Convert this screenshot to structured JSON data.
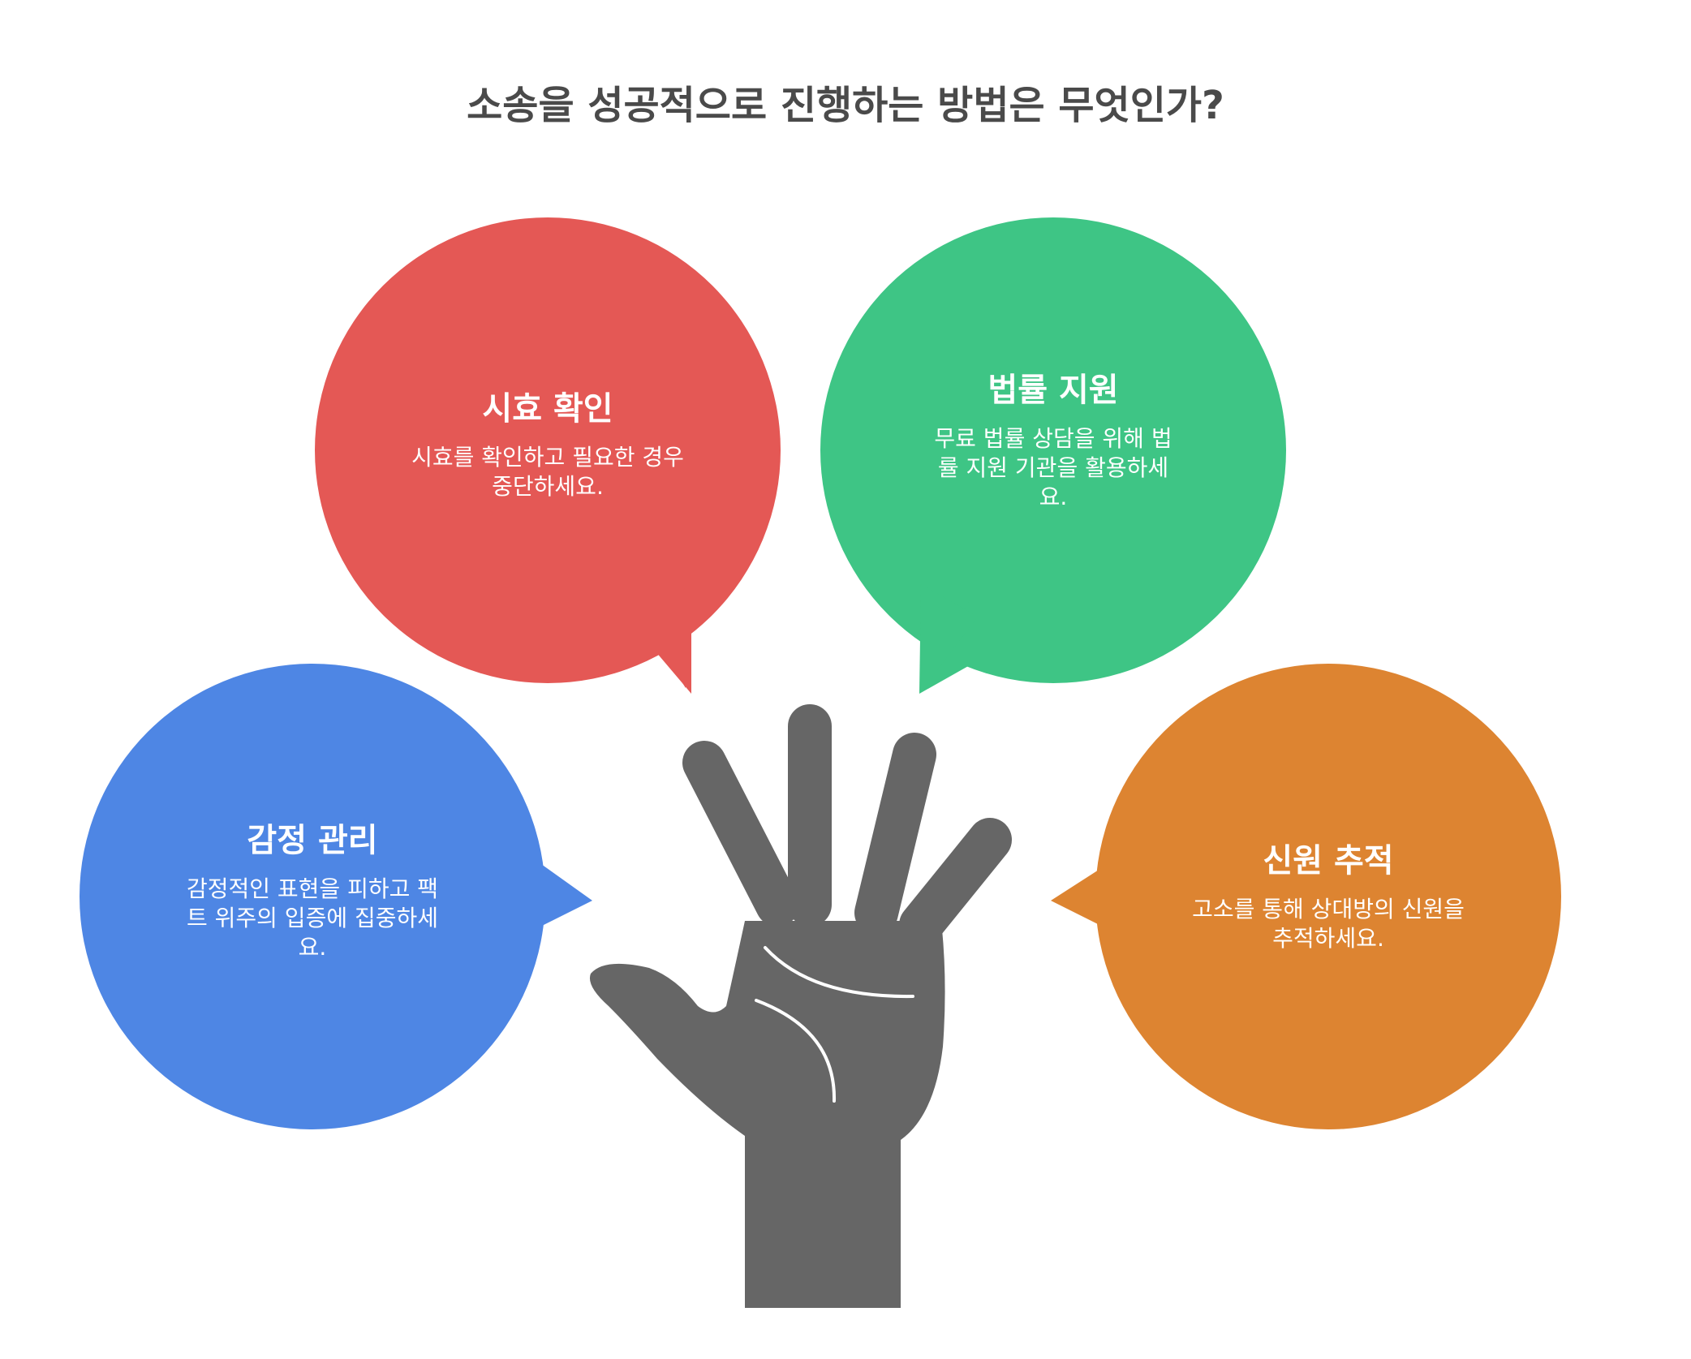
{
  "title": "소송을 성공적으로 진행하는 방법은 무엇인가?",
  "colors": {
    "red": "#e45855",
    "green": "#3ec585",
    "blue": "#4e86e4",
    "orange": "#dd8431",
    "hand": "#666666"
  },
  "bubbles": [
    {
      "id": "statute",
      "heading": "시효 확인",
      "body": "시효를 확인하고 필요한 경우 중단하세요."
    },
    {
      "id": "legal-aid",
      "heading": "법률 지원",
      "body": "무료 법률 상담을 위해 법률 지원 기관을 활용하세요."
    },
    {
      "id": "emotion",
      "heading": "감정 관리",
      "body": "감정적인 표현을 피하고 팩트 위주의 입증에 집중하세요."
    },
    {
      "id": "identity",
      "heading": "신원 추적",
      "body": "고소를 통해 상대방의 신원을 추적하세요."
    }
  ],
  "icons": {
    "center": "hand-icon"
  }
}
